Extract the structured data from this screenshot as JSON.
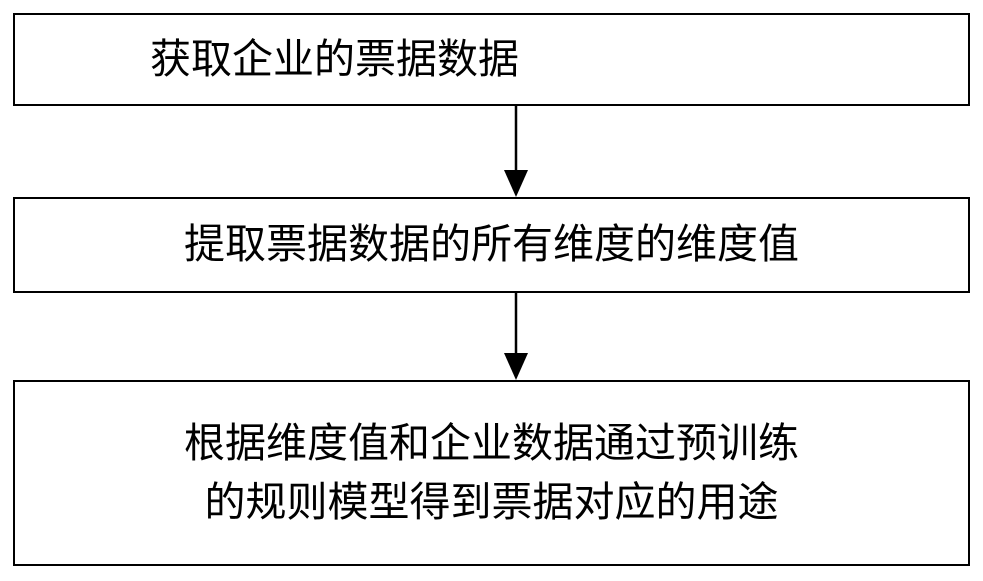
{
  "flowchart": {
    "steps": [
      {
        "text": "获取企业的票据数据"
      },
      {
        "text": "提取票据数据的所有维度的维度值"
      },
      {
        "lines": [
          "根据维度值和企业数据通过预训练",
          "的规则模型得到票据对应的用途"
        ]
      }
    ]
  }
}
